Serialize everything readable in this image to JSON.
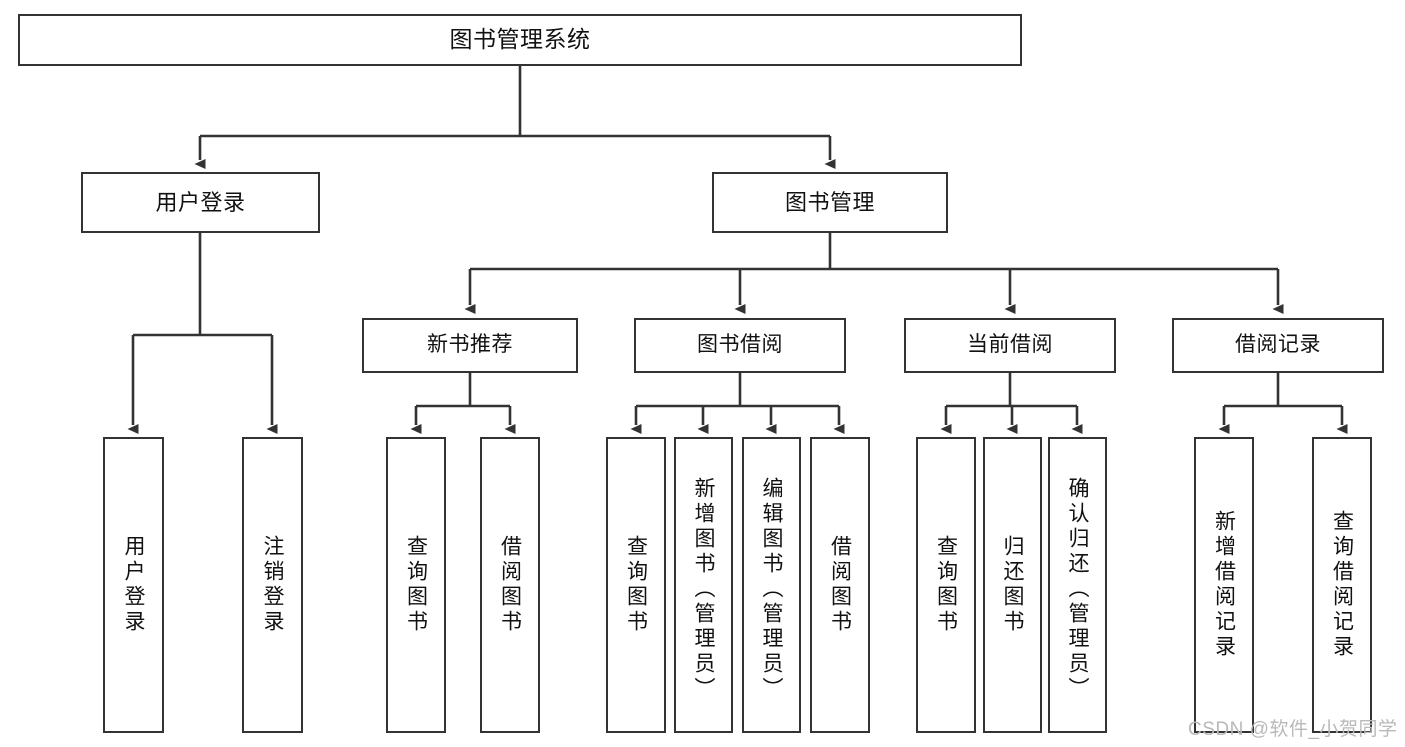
{
  "diagram": {
    "title": "图书管理系统",
    "type": "tree-hierarchy-chart",
    "watermark": "CSDN @软件_小贺同学",
    "colors": {
      "box_border": "#333333",
      "box_fill": "#ffffff",
      "edge": "#333333",
      "text": "#111111",
      "watermark": "#b9b9b9"
    },
    "nodes": {
      "root": {
        "label": "图书管理系统"
      },
      "level2": [
        {
          "id": "user-login",
          "label": "用户登录"
        },
        {
          "id": "book-manage",
          "label": "图书管理"
        }
      ],
      "level3": [
        {
          "id": "new-book-recommend",
          "label": "新书推荐"
        },
        {
          "id": "book-borrow",
          "label": "图书借阅"
        },
        {
          "id": "current-borrow",
          "label": "当前借阅"
        },
        {
          "id": "borrow-record",
          "label": "借阅记录"
        }
      ],
      "leaves": {
        "user-login": [
          {
            "id": "leaf-user-login",
            "label": "用户登录"
          },
          {
            "id": "leaf-logout-login",
            "label": "注销登录"
          }
        ],
        "new-book-recommend": [
          {
            "id": "leaf-query-book-1",
            "label": "查询图书"
          },
          {
            "id": "leaf-borrow-book-1",
            "label": "借阅图书"
          }
        ],
        "book-borrow": [
          {
            "id": "leaf-query-book-2",
            "label": "查询图书"
          },
          {
            "id": "leaf-add-book-admin",
            "label": "新增图书（管理员）"
          },
          {
            "id": "leaf-edit-book-admin",
            "label": "编辑图书（管理员）"
          },
          {
            "id": "leaf-borrow-book-2",
            "label": "借阅图书"
          }
        ],
        "current-borrow": [
          {
            "id": "leaf-query-book-3",
            "label": "查询图书"
          },
          {
            "id": "leaf-return-book",
            "label": "归还图书"
          },
          {
            "id": "leaf-confirm-return-admin",
            "label": "确认归还（管理员）"
          }
        ],
        "borrow-record": [
          {
            "id": "leaf-add-borrow-record",
            "label": "新增借阅记录"
          },
          {
            "id": "leaf-query-borrow-record",
            "label": "查询借阅记录"
          }
        ]
      }
    }
  }
}
